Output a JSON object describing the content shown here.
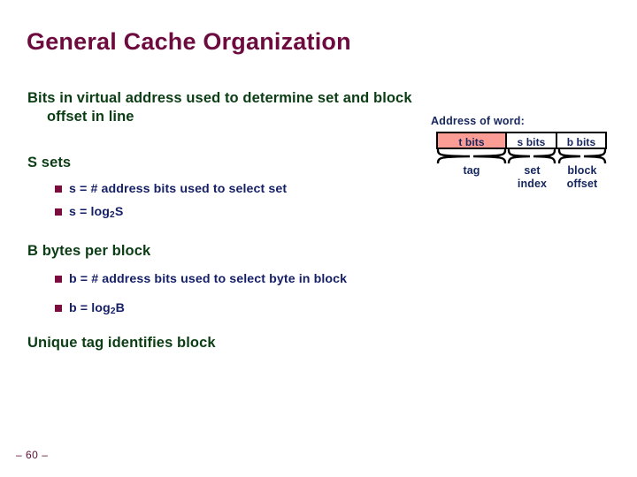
{
  "slide": {
    "title": "General Cache Organization",
    "page_marker": "– 60 –",
    "background_color": "#ffffff",
    "title_color": "#6d0b3f",
    "level1_color": "#0b3d14",
    "level2_color": "#141f66",
    "bullet_color": "#7a0d3d"
  },
  "bullets": {
    "line1_a": "Bits in virtual address used to determine set and block",
    "line1_b": "offset in line",
    "s_sets_heading": "S sets",
    "s_item1": "s = # address bits used to select set",
    "s_item2_pre": "s = log",
    "s_item2_sub": "2",
    "s_item2_post": "S",
    "b_bytes_heading": "B bytes per block",
    "b_item1": "b = # address bits used to select byte in block",
    "b_item2_pre": "b = log",
    "b_item2_sub": "2",
    "b_item2_post": "B",
    "unique_tag": "Unique tag identifies block"
  },
  "diagram": {
    "caption": "Address of word:",
    "fields": [
      {
        "box_label": "t bits",
        "name_line1": "tag",
        "name_line2": "",
        "fill": "#fb9c95"
      },
      {
        "box_label": "s bits",
        "name_line1": "set",
        "name_line2": "index",
        "fill": "#ffffff"
      },
      {
        "box_label": "b bits",
        "name_line1": "block",
        "name_line2": "offset",
        "fill": "#ffffff"
      }
    ]
  }
}
